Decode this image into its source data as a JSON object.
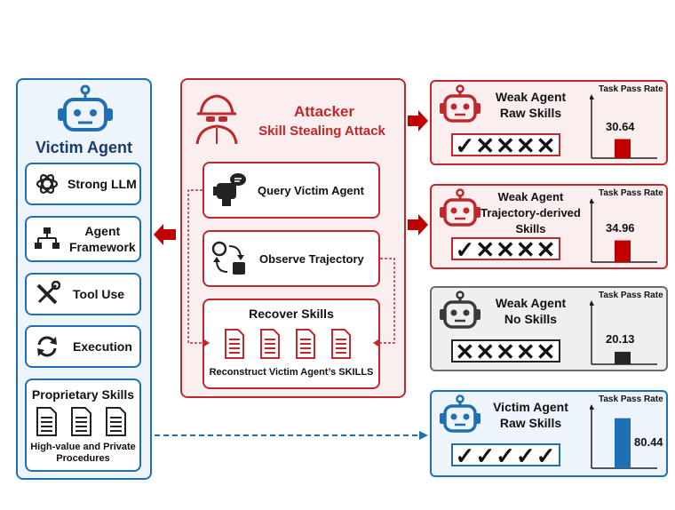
{
  "victim": {
    "title": "Victim Agent",
    "items": [
      {
        "label": "Strong LLM"
      },
      {
        "label": "Agent\nFramework"
      },
      {
        "label": "Tool Use"
      },
      {
        "label": "Execution"
      }
    ],
    "proprietary": {
      "title": "Proprietary Skills",
      "caption": "High-value and Private\nProcedures"
    }
  },
  "attacker": {
    "title": "Attacker",
    "subtitle": "Skill Stealing Attack",
    "steps": [
      {
        "label": "Query Victim Agent"
      },
      {
        "label": "Observe Trajectory"
      }
    ],
    "recover": {
      "title": "Recover Skills",
      "caption": "Reconstruct Victim Agent’s SKILLS"
    }
  },
  "results": {
    "pass_label": "Task Pass Rate",
    "ylim": [
      0,
      100
    ],
    "panels": [
      {
        "title": "Weak Agent\nRaw Skills",
        "marks": "✓✕✕✕✕",
        "value": 30.64,
        "value_label": "30.64",
        "color": "#c00000"
      },
      {
        "title": "Weak Agent\nTrajectory-derived\nSkills",
        "marks": "✓✕✕✕✕",
        "value": 34.96,
        "value_label": "34.96",
        "color": "#c00000"
      },
      {
        "title": "Weak Agent\nNo Skills",
        "marks": "✕✕✕✕✕",
        "value": 20.13,
        "value_label": "20.13",
        "color": "#262626"
      },
      {
        "title": "Victim Agent\nRaw Skills",
        "marks": "✓✓✓✓✓",
        "value": 80.44,
        "value_label": "80.44",
        "color": "#1f6fb5"
      }
    ]
  },
  "colors": {
    "victim": "#1f6fb5",
    "attacker": "#c0282d",
    "neutral": "#6b6b6b"
  }
}
